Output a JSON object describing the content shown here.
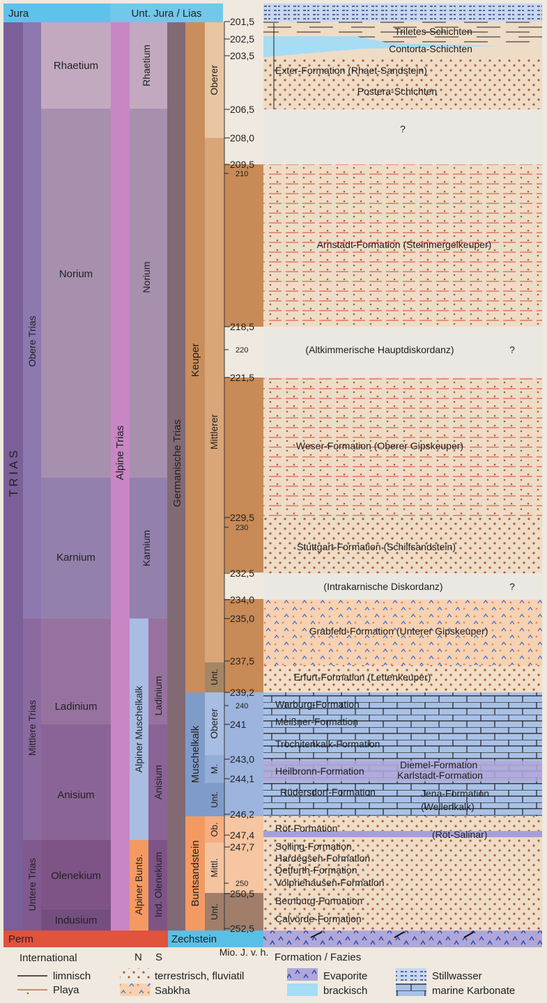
{
  "header": {
    "jura": "Jura",
    "unt_jura": "Unt. Jura / Lias"
  },
  "footer": {
    "perm": "Perm",
    "zechstein": "Zechstein",
    "international": "International",
    "n": "N",
    "s": "S",
    "unit": "Mio. J. v. h.",
    "formation_fazies": "Formation / Fazies"
  },
  "columns": {
    "trias": "T R I A S",
    "obere_trias": "Obere Trias",
    "mittlere_trias": "Mittlere Trias",
    "untere_trias": "Untere Trias",
    "alpine_trias": "Alpine Trias",
    "germanische_trias": "Germanische Trias",
    "alpiner_muschelkalk": "Alpiner Muschelkalk",
    "alpiner_bunts": "Alpiner Bunts.",
    "ind_olenekium": "Ind. Olenekium"
  },
  "stages_international": [
    "Rhaetium",
    "Norium",
    "Karnium",
    "Ladinium",
    "Anisium",
    "Olenekium",
    "Indusium"
  ],
  "stages_alpine": [
    "Rhaetium",
    "Norium",
    "Karnium",
    "Ladinium",
    "Anisium"
  ],
  "groups": [
    "Keuper",
    "Muschelkalk",
    "Buntsandstein"
  ],
  "subgroups": [
    "Oberer",
    "Mittlerer",
    "Unt.",
    "Oberer",
    "M.",
    "Unt.",
    "Ob.",
    "Mittl.",
    "Unt."
  ],
  "ages": [
    "201,5",
    "202,5",
    "203,5",
    "206,5",
    "208,0",
    "209,5",
    "218,5",
    "221,5",
    "229,5",
    "232,5",
    "234,0",
    "235,0",
    "237,5",
    "239,2",
    "241",
    "243,0",
    "244,1",
    "246,2",
    "247,4",
    "247,7",
    "250,5",
    "252,5"
  ],
  "minor_ages": [
    "210",
    "220",
    "230",
    "240",
    "250"
  ],
  "formations": [
    "Triletes-Schichten",
    "Contorta-Schichten",
    "Exter-Formation (Rhaet-Sandstein)",
    "Postera-Schichten",
    "?",
    "Arnstadt-Formation (Steinmergelkeuper)",
    "(Altkimmerische Hauptdiskordanz)",
    "?",
    "Weser-Formation (Oberer Gipskeuper)",
    "Stuttgart-Formation (Schilfsandstein)",
    "(Intrakarnische Diskordanz)",
    "?",
    "Grabfeld-Formation (Unterer Gipskeuper)",
    "Erfurt-Formation (Lettenkeuper)",
    "Warburg-Formation",
    "Meißner-Formation",
    "Trochitenkalk-Formation",
    "Diemel-Formation",
    "Heilbronn-Formation",
    "Karlstadt-Formation",
    "Rüdersdorf-Formation",
    "Jena-Formation",
    "(Wellenkalk)",
    "Röt-Formation",
    "(Röt-Salinar)",
    "Solling-Formation",
    "Hardegsen-Formation",
    "Detfurth-Formation",
    "Volpriehausen-Formation",
    "Bernburg-Formation",
    "Calvörde-Formation"
  ],
  "legend": [
    "limnisch",
    "Playa",
    "terrestrisch, fluviatil",
    "Sabkha",
    "Evaporite",
    "brackisch",
    "Stillwasser",
    "marine Karbonate"
  ],
  "colors": {
    "background": "#efe9df",
    "trias": "#7a5f99",
    "alpine": "#c886c4",
    "germanic": "#826a74",
    "keuper": "#c98e5c",
    "muschelkalk": "#7f9cc8",
    "buntsandstein": "#f39a62",
    "perm": "#e0533c",
    "jura": "#5ec2ea"
  }
}
